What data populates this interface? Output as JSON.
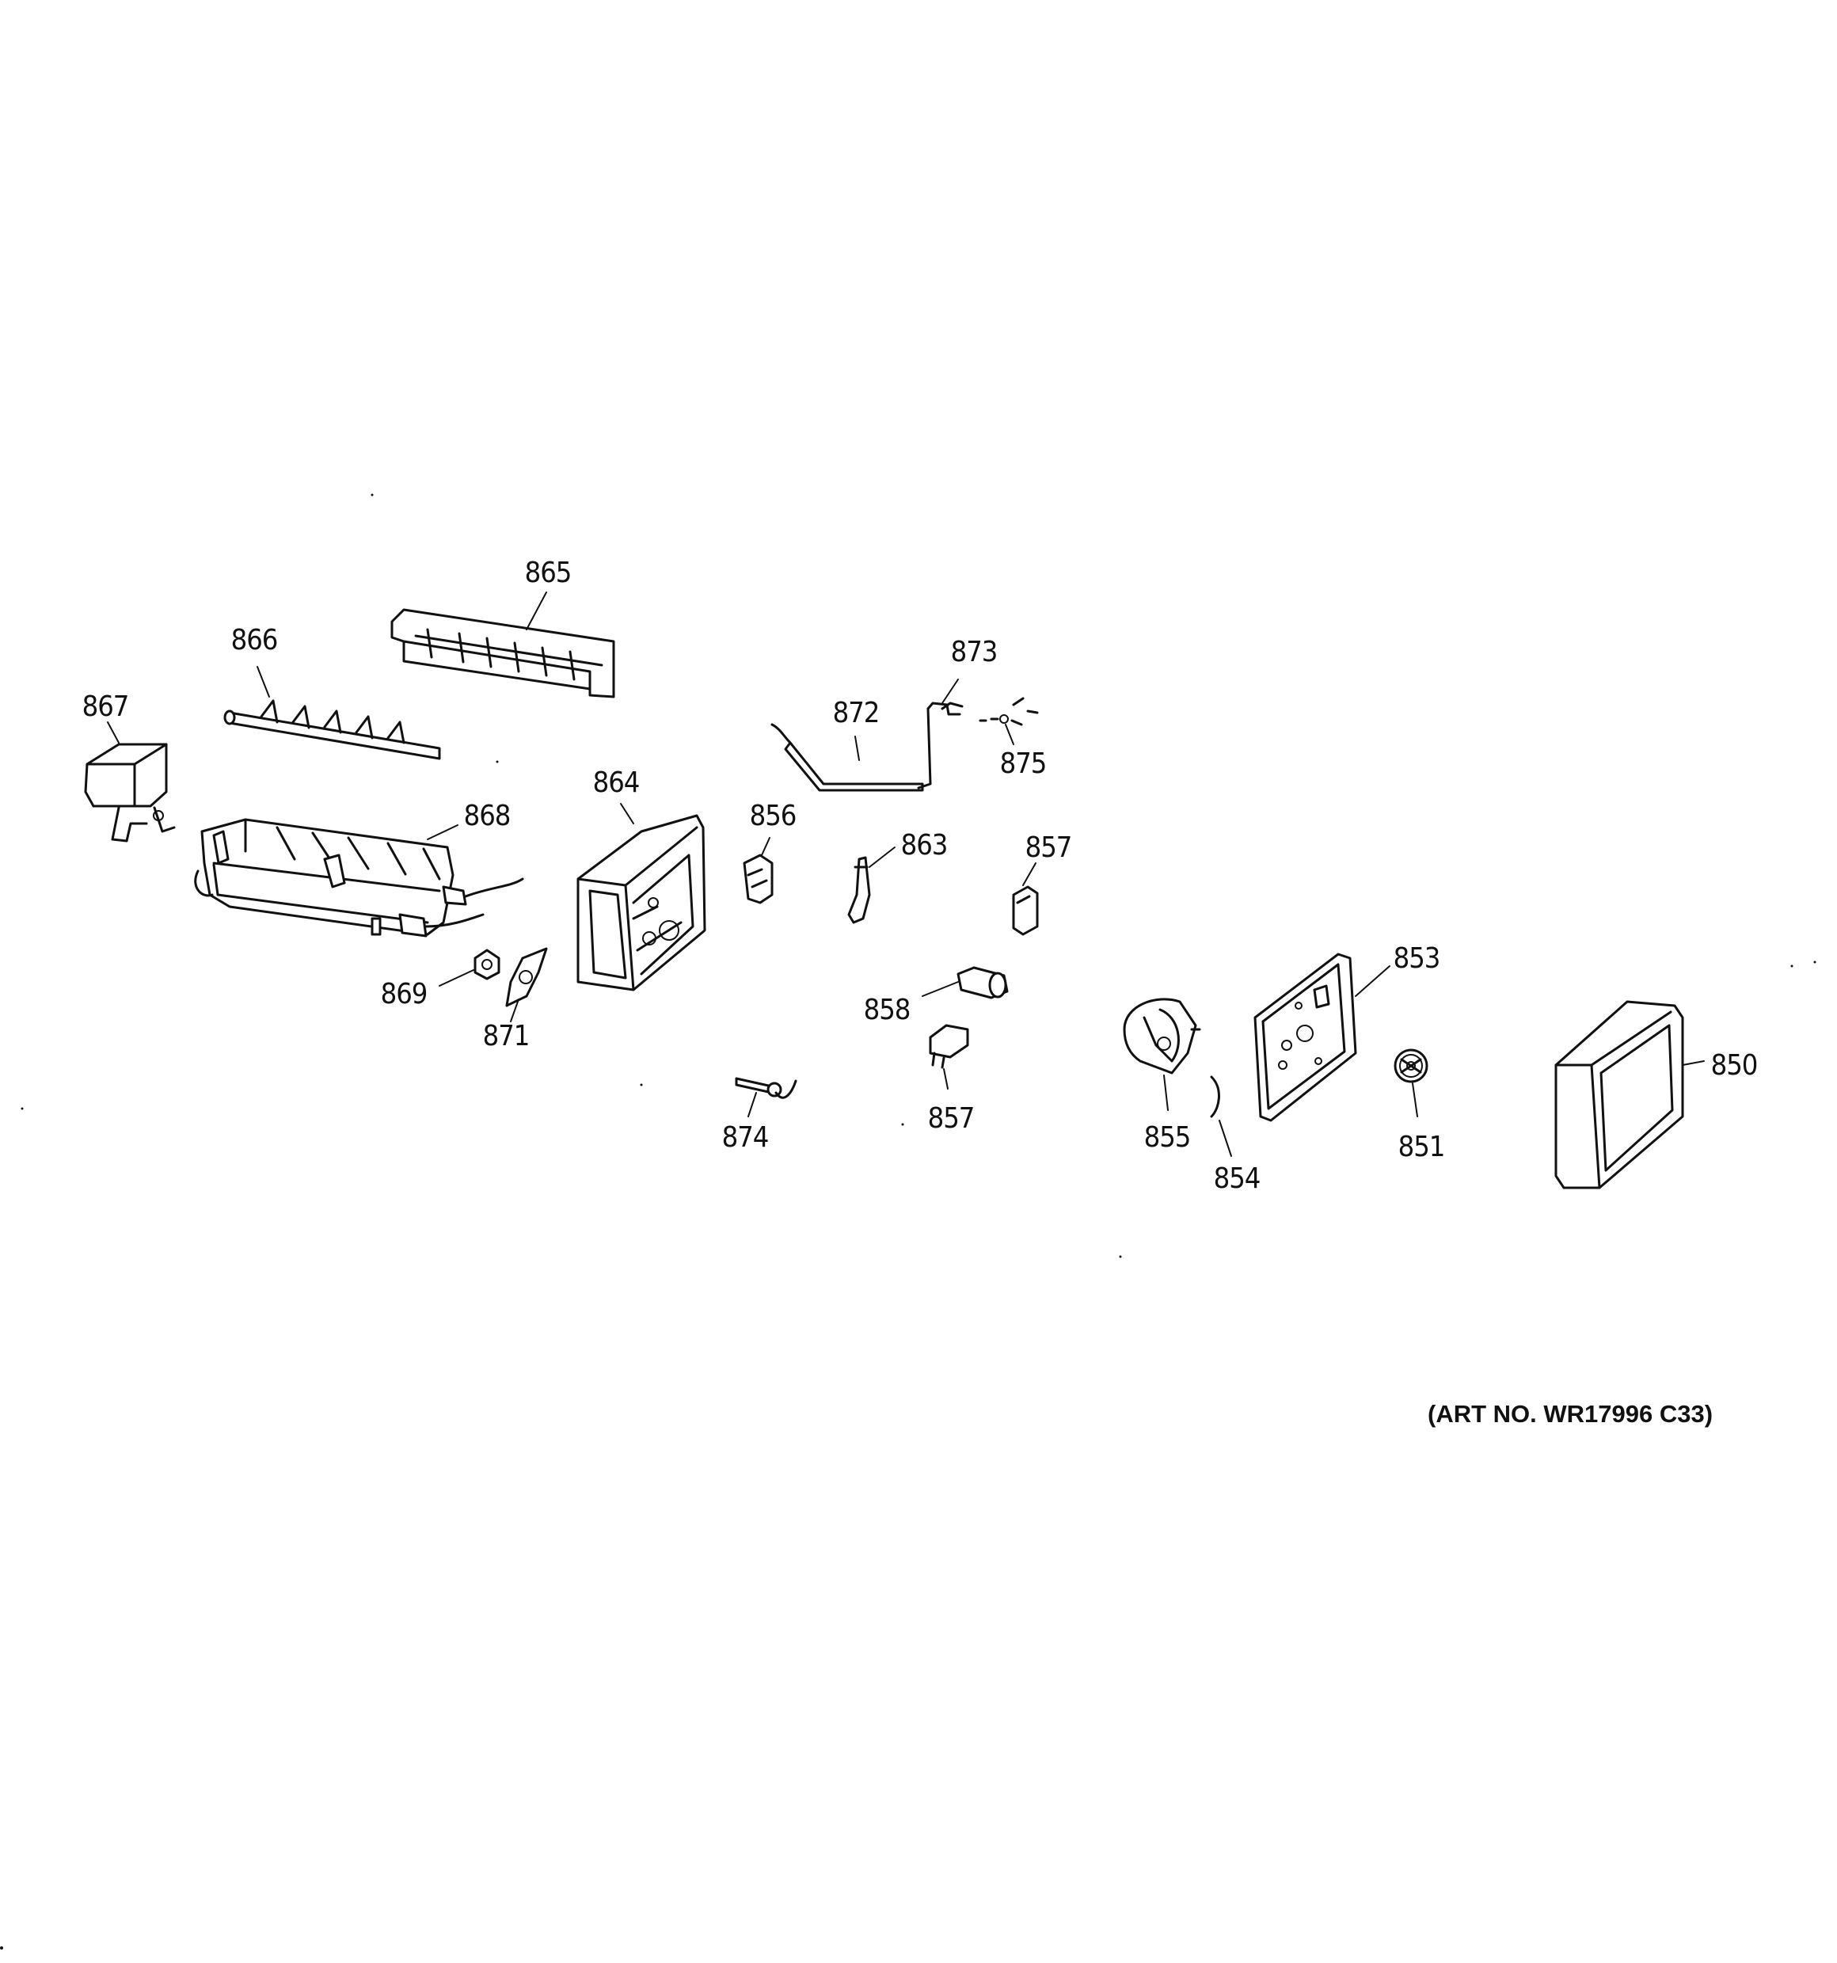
{
  "callouts": {
    "c850": "850",
    "c851": "851",
    "c853": "853",
    "c854": "854",
    "c855": "855",
    "c856": "856",
    "c857a": "857",
    "c857b": "857",
    "c858": "858",
    "c863": "863",
    "c864": "864",
    "c865": "865",
    "c866": "866",
    "c867": "867",
    "c868": "868",
    "c869": "869",
    "c871": "871",
    "c872": "872",
    "c873": "873",
    "c874": "874",
    "c875": "875"
  },
  "art_number": "(ART NO. WR17996 C33)"
}
